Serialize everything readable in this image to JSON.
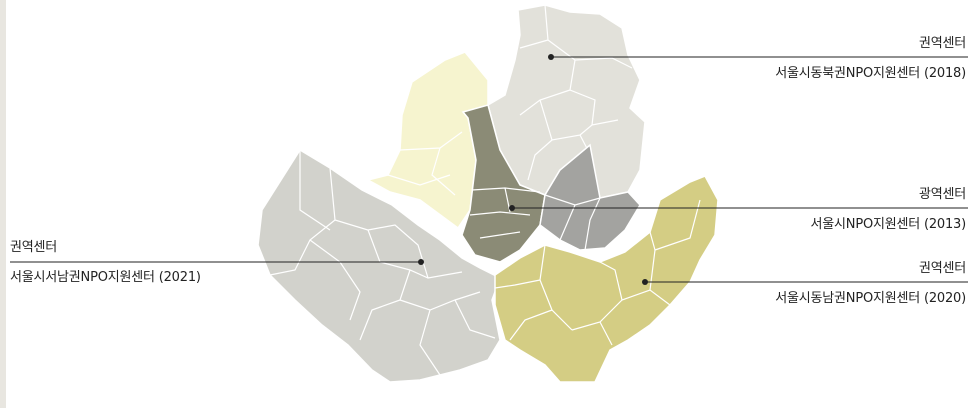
{
  "centers": [
    {
      "type": "권역센터",
      "name": "서울시동북권NPO지원센터 (2018)",
      "color": "#e2e1da"
    },
    {
      "type": "광역센터",
      "name": "서울시NPO지원센터 (2013)",
      "color": "#8b8b76"
    },
    {
      "type": "권역센터",
      "name": "서울시동남권NPO지원센터 (2020)",
      "color": "#d4cd84"
    },
    {
      "type": "권역센터",
      "name": "서울시서남권NPO지원센터 (2021)",
      "color": "#d2d2cc"
    }
  ],
  "colors": {
    "northeast": "#e2e1da",
    "northwest": "#f6f4cf",
    "central": "#8b8b76",
    "central_east": "#a3a3a0",
    "southeast": "#d4cd84",
    "southwest": "#d2d2cc"
  }
}
